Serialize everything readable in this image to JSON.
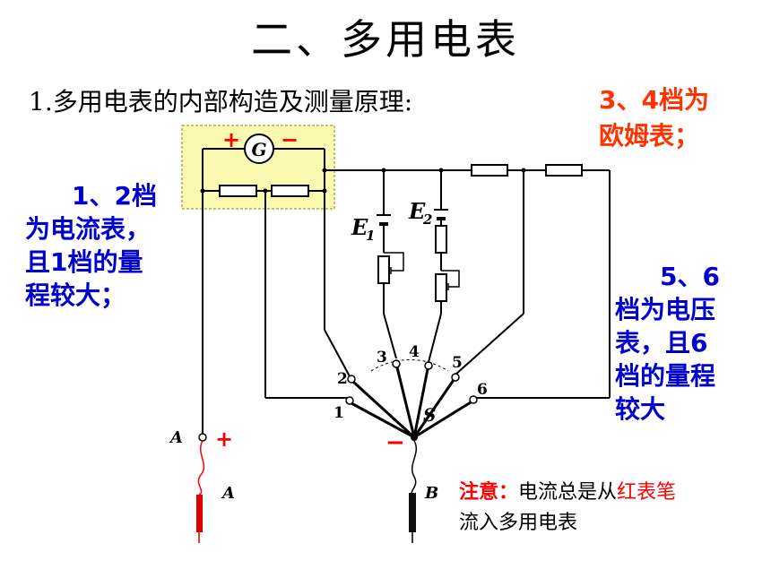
{
  "title": "二、多用电表",
  "subtitle": "1.多用电表的内部构造及测量原理:",
  "notes": {
    "ohm_line1": "3、4档为",
    "ohm_line2": "欧姆表；",
    "current_line1": "1、2档",
    "current_line2": "为电流表，",
    "current_line3": "且1档的量",
    "current_line4": "程较大；",
    "voltage_line1": "5、6",
    "voltage_line2": "档为电压",
    "voltage_line3": "表，且6",
    "voltage_line4": "档的量程",
    "voltage_line5": "较大"
  },
  "attention": {
    "prefix": "注意：",
    "text1": "电流总是从",
    "highlight": "红表笔",
    "text2": "流入多用电表"
  },
  "diagram": {
    "galvanometer": "G",
    "plus": "+",
    "minus": "−",
    "e1": "E",
    "e1_sub": "1",
    "e2": "E",
    "e2_sub": "2",
    "terminal_a": "A",
    "probe_a": "A",
    "probe_b": "B",
    "selector": "S",
    "positions": [
      "1",
      "2",
      "3",
      "4",
      "5",
      "6"
    ]
  },
  "colors": {
    "ohm_note": "#ff3300",
    "current_note": "#0000cc",
    "voltage_note": "#0000cc",
    "highlight_box": "#fbf8b0",
    "red_probe": "#dd0000",
    "black_probe": "#111111"
  }
}
